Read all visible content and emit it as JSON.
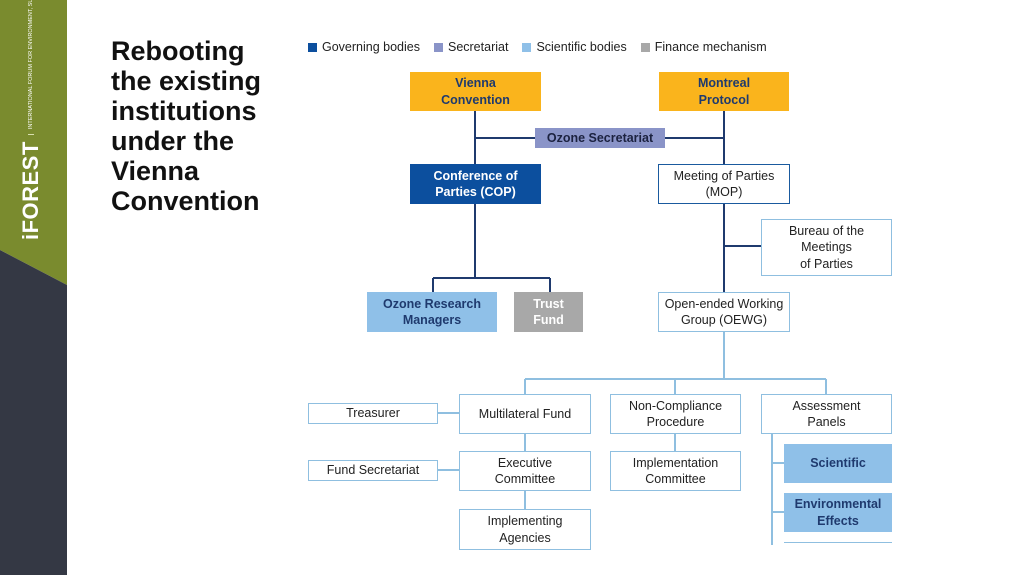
{
  "brand": {
    "logo": "iFOREST",
    "tagline": "International Forum for Environment, Sustainability & Technology"
  },
  "slide": {
    "title": "Rebooting the existing institutions under the Vienna Convention"
  },
  "legend": [
    {
      "label": "Governing bodies",
      "color": "#0c4f9e"
    },
    {
      "label": "Secretariat",
      "color": "#8a94c8"
    },
    {
      "label": "Scientific bodies",
      "color": "#8fc0e8"
    },
    {
      "label": "Finance mechanism",
      "color": "#a8a8a8"
    }
  ],
  "nodes": {
    "vienna": "Vienna\nConvention",
    "montreal": "Montreal\nProtocol",
    "ozone_secretariat": "Ozone Secretariat",
    "cop": "Conference of\nParties (COP)",
    "mop": "Meeting of Parties\n(MOP)",
    "bureau": "Bureau of the\nMeetings\nof Parties",
    "orm": "Ozone Research\nManagers",
    "trust_fund": "Trust\nFund",
    "oewg": "Open-ended Working\nGroup (OEWG)",
    "treasurer": "Treasurer",
    "multilateral_fund": "Multilateral Fund",
    "non_compliance": "Non-Compliance\nProcedure",
    "assessment_panels": "Assessment\nPanels",
    "fund_secretariat": "Fund Secretariat",
    "executive_committee": "Executive\nCommittee",
    "implementation_committee": "Implementation\nCommittee",
    "scientific": "Scientific",
    "implementing_agencies": "Implementing\nAgencies",
    "environmental_effects": "Environmental\nEffects"
  },
  "colors": {
    "sidebar_green": "#7a8b2e",
    "sidebar_dark": "#343844",
    "governing_yellow": "#fab41c"
  }
}
